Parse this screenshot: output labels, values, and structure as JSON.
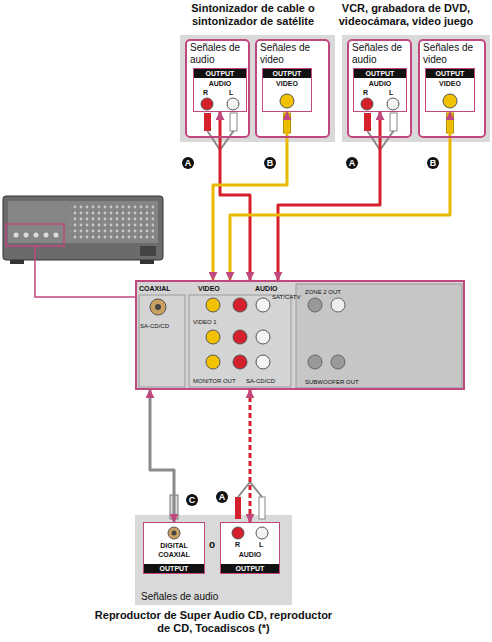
{
  "diagram": {
    "nodes": [
      {
        "text": [
          "Sintonizador de cable o sintonizador de satélite"
        ]
      },
      {
        "text": [
          "Señales de audio"
        ],
        "in": 0
      },
      {
        "text": [
          "OUTPUT",
          "AUDIO",
          "R",
          "L"
        ],
        "in": 1
      },
      {
        "text": [
          "Señales de video"
        ],
        "in": 0
      },
      {
        "text": [
          "OUTPUT",
          "VIDEO"
        ],
        "in": 3
      },
      {
        "text": [
          "VCR, grabadora de DVD, videocámara, video juego"
        ]
      },
      {
        "text": [
          "Señales de audio"
        ],
        "in": 5
      },
      {
        "text": [
          "OUTPUT",
          "AUDIO",
          "R",
          "L"
        ],
        "in": 6
      },
      {
        "text": [
          "Señales de video"
        ],
        "in": 5
      },
      {
        "text": [
          "OUTPUT",
          "VIDEO"
        ],
        "in": 8
      },
      {
        "text": [
          "COAXIAL",
          "VIDEO",
          "AUDIO",
          "SAT/CATV",
          "ZONE 2 OUT",
          "SA-CD/CD",
          "VIDEO 1",
          "MONITOR OUT",
          "SA-CD/CD",
          "SUBWOOFER OUT"
        ]
      },
      {
        "text": [
          "Señales de audio",
          "Reproductor de Super Audio CD, reproductor de CD, Tocadiscos (*)"
        ]
      },
      {
        "text": [
          "DIGITAL COAXIAL",
          "OUTPUT"
        ],
        "in": 11
      },
      {
        "text": [
          "R",
          "L",
          "AUDIO",
          "OUTPUT"
        ],
        "in": 11
      }
    ],
    "edges": [
      {
        "from": 2,
        "to": 10,
        "arrow": "both"
      },
      {
        "from": 4,
        "to": 10,
        "arrow": "both"
      },
      {
        "from": 7,
        "to": 10,
        "arrow": "both"
      },
      {
        "from": 9,
        "to": 10,
        "arrow": "both"
      },
      {
        "from": 12,
        "to": 10,
        "arrow": "both"
      },
      {
        "from": 13,
        "to": 10,
        "arrow": "both"
      }
    ],
    "labels": [
      "A",
      "B",
      "A",
      "B",
      "C",
      "A",
      "o"
    ]
  }
}
